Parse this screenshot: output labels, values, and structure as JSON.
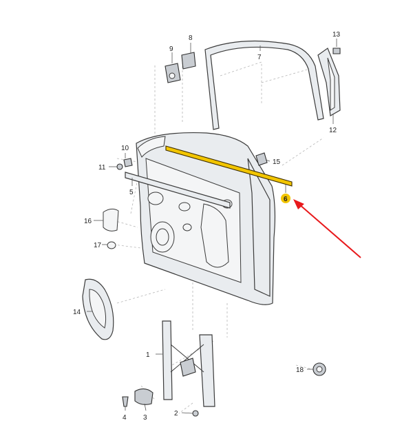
{
  "diagram": {
    "callouts": [
      {
        "id": "c1",
        "text": "1"
      },
      {
        "id": "c2",
        "text": "2"
      },
      {
        "id": "c3",
        "text": "3"
      },
      {
        "id": "c4",
        "text": "4"
      },
      {
        "id": "c5",
        "text": "5"
      },
      {
        "id": "c6",
        "text": "6"
      },
      {
        "id": "c7",
        "text": "7"
      },
      {
        "id": "c8",
        "text": "8"
      },
      {
        "id": "c9",
        "text": "9"
      },
      {
        "id": "c10",
        "text": "10"
      },
      {
        "id": "c11",
        "text": "11"
      },
      {
        "id": "c12",
        "text": "12"
      },
      {
        "id": "c13",
        "text": "13"
      },
      {
        "id": "c14",
        "text": "14"
      },
      {
        "id": "c15",
        "text": "15"
      },
      {
        "id": "c16",
        "text": "16"
      },
      {
        "id": "c17",
        "text": "17"
      },
      {
        "id": "c18",
        "text": "18"
      }
    ],
    "highlight_color": "#f2c500",
    "arrow_color": "#e8191c",
    "highlighted_part": "6"
  }
}
